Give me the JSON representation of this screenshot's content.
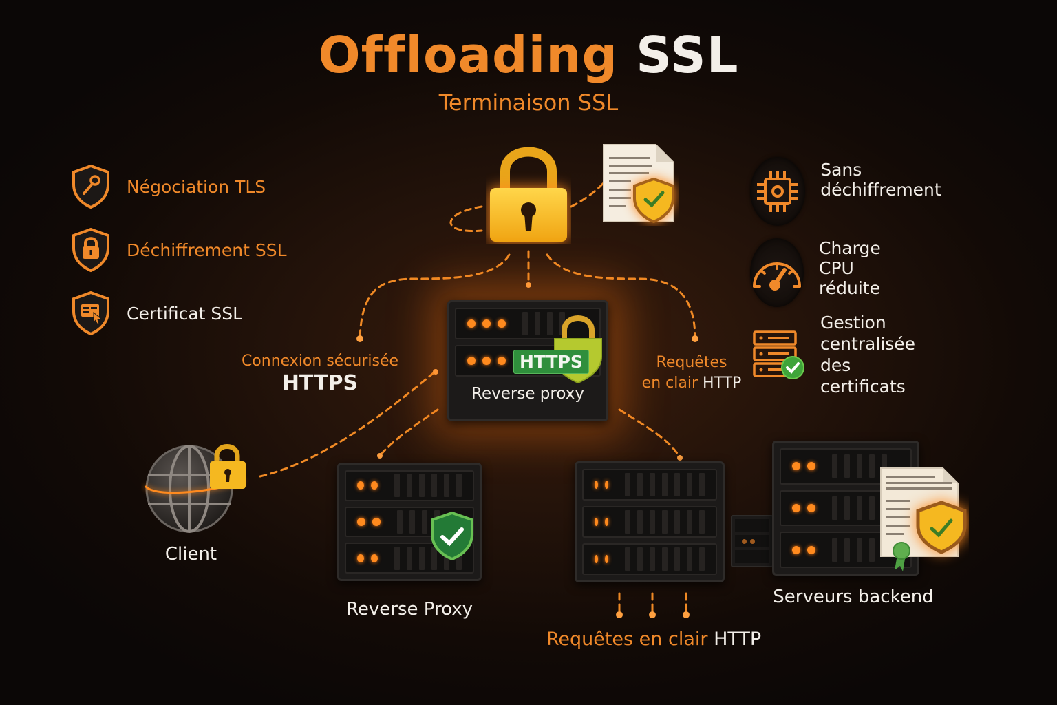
{
  "header": {
    "title_part1": "Offloading",
    "title_part2": "SSL",
    "subtitle": "Terminaison SSL"
  },
  "left_features": [
    {
      "label": "Négociation TLS",
      "icon": "key-shield-icon",
      "color": "#f0892a"
    },
    {
      "label": "Déchiffrement SSL",
      "icon": "lock-shield-icon",
      "color": "#f0892a"
    },
    {
      "label": "Certificat SSL",
      "icon": "certificate-shield-icon",
      "color": "#f3efe9"
    }
  ],
  "right_features": [
    {
      "label": "Sans déchiffrement",
      "icon": "cpu-chip-icon"
    },
    {
      "label": "Charge CPU réduite",
      "icon": "gauge-icon"
    },
    {
      "label_line1": "Gestion centralisée",
      "label_line2": "des certificats",
      "icon": "server-check-icon"
    }
  ],
  "diagram": {
    "top_lock_icon": "padlock-icon",
    "top_certificate_icon": "certificate-document-icon",
    "central_proxy": {
      "badge": "HTTPS",
      "label": "Reverse proxy"
    },
    "left_connection": {
      "line1": "Connexion sécurisée",
      "line2": "HTTPS"
    },
    "right_connection": {
      "line1": "Requêtes",
      "line2_orange": "en clair",
      "line2_white": "HTTP"
    },
    "client": {
      "label": "Client"
    },
    "reverse_proxy_bottom": {
      "label": "Reverse Proxy"
    },
    "backend": {
      "label": "Serveurs backend"
    },
    "bottom_requests": {
      "orange": "Requêtes en clair",
      "white": "HTTP"
    }
  },
  "colors": {
    "accent_orange": "#f0892a",
    "led_orange": "#ff8a1e",
    "https_green": "#2f8f3c",
    "lock_gold": "#f5b820",
    "background": "#1a0f09"
  }
}
